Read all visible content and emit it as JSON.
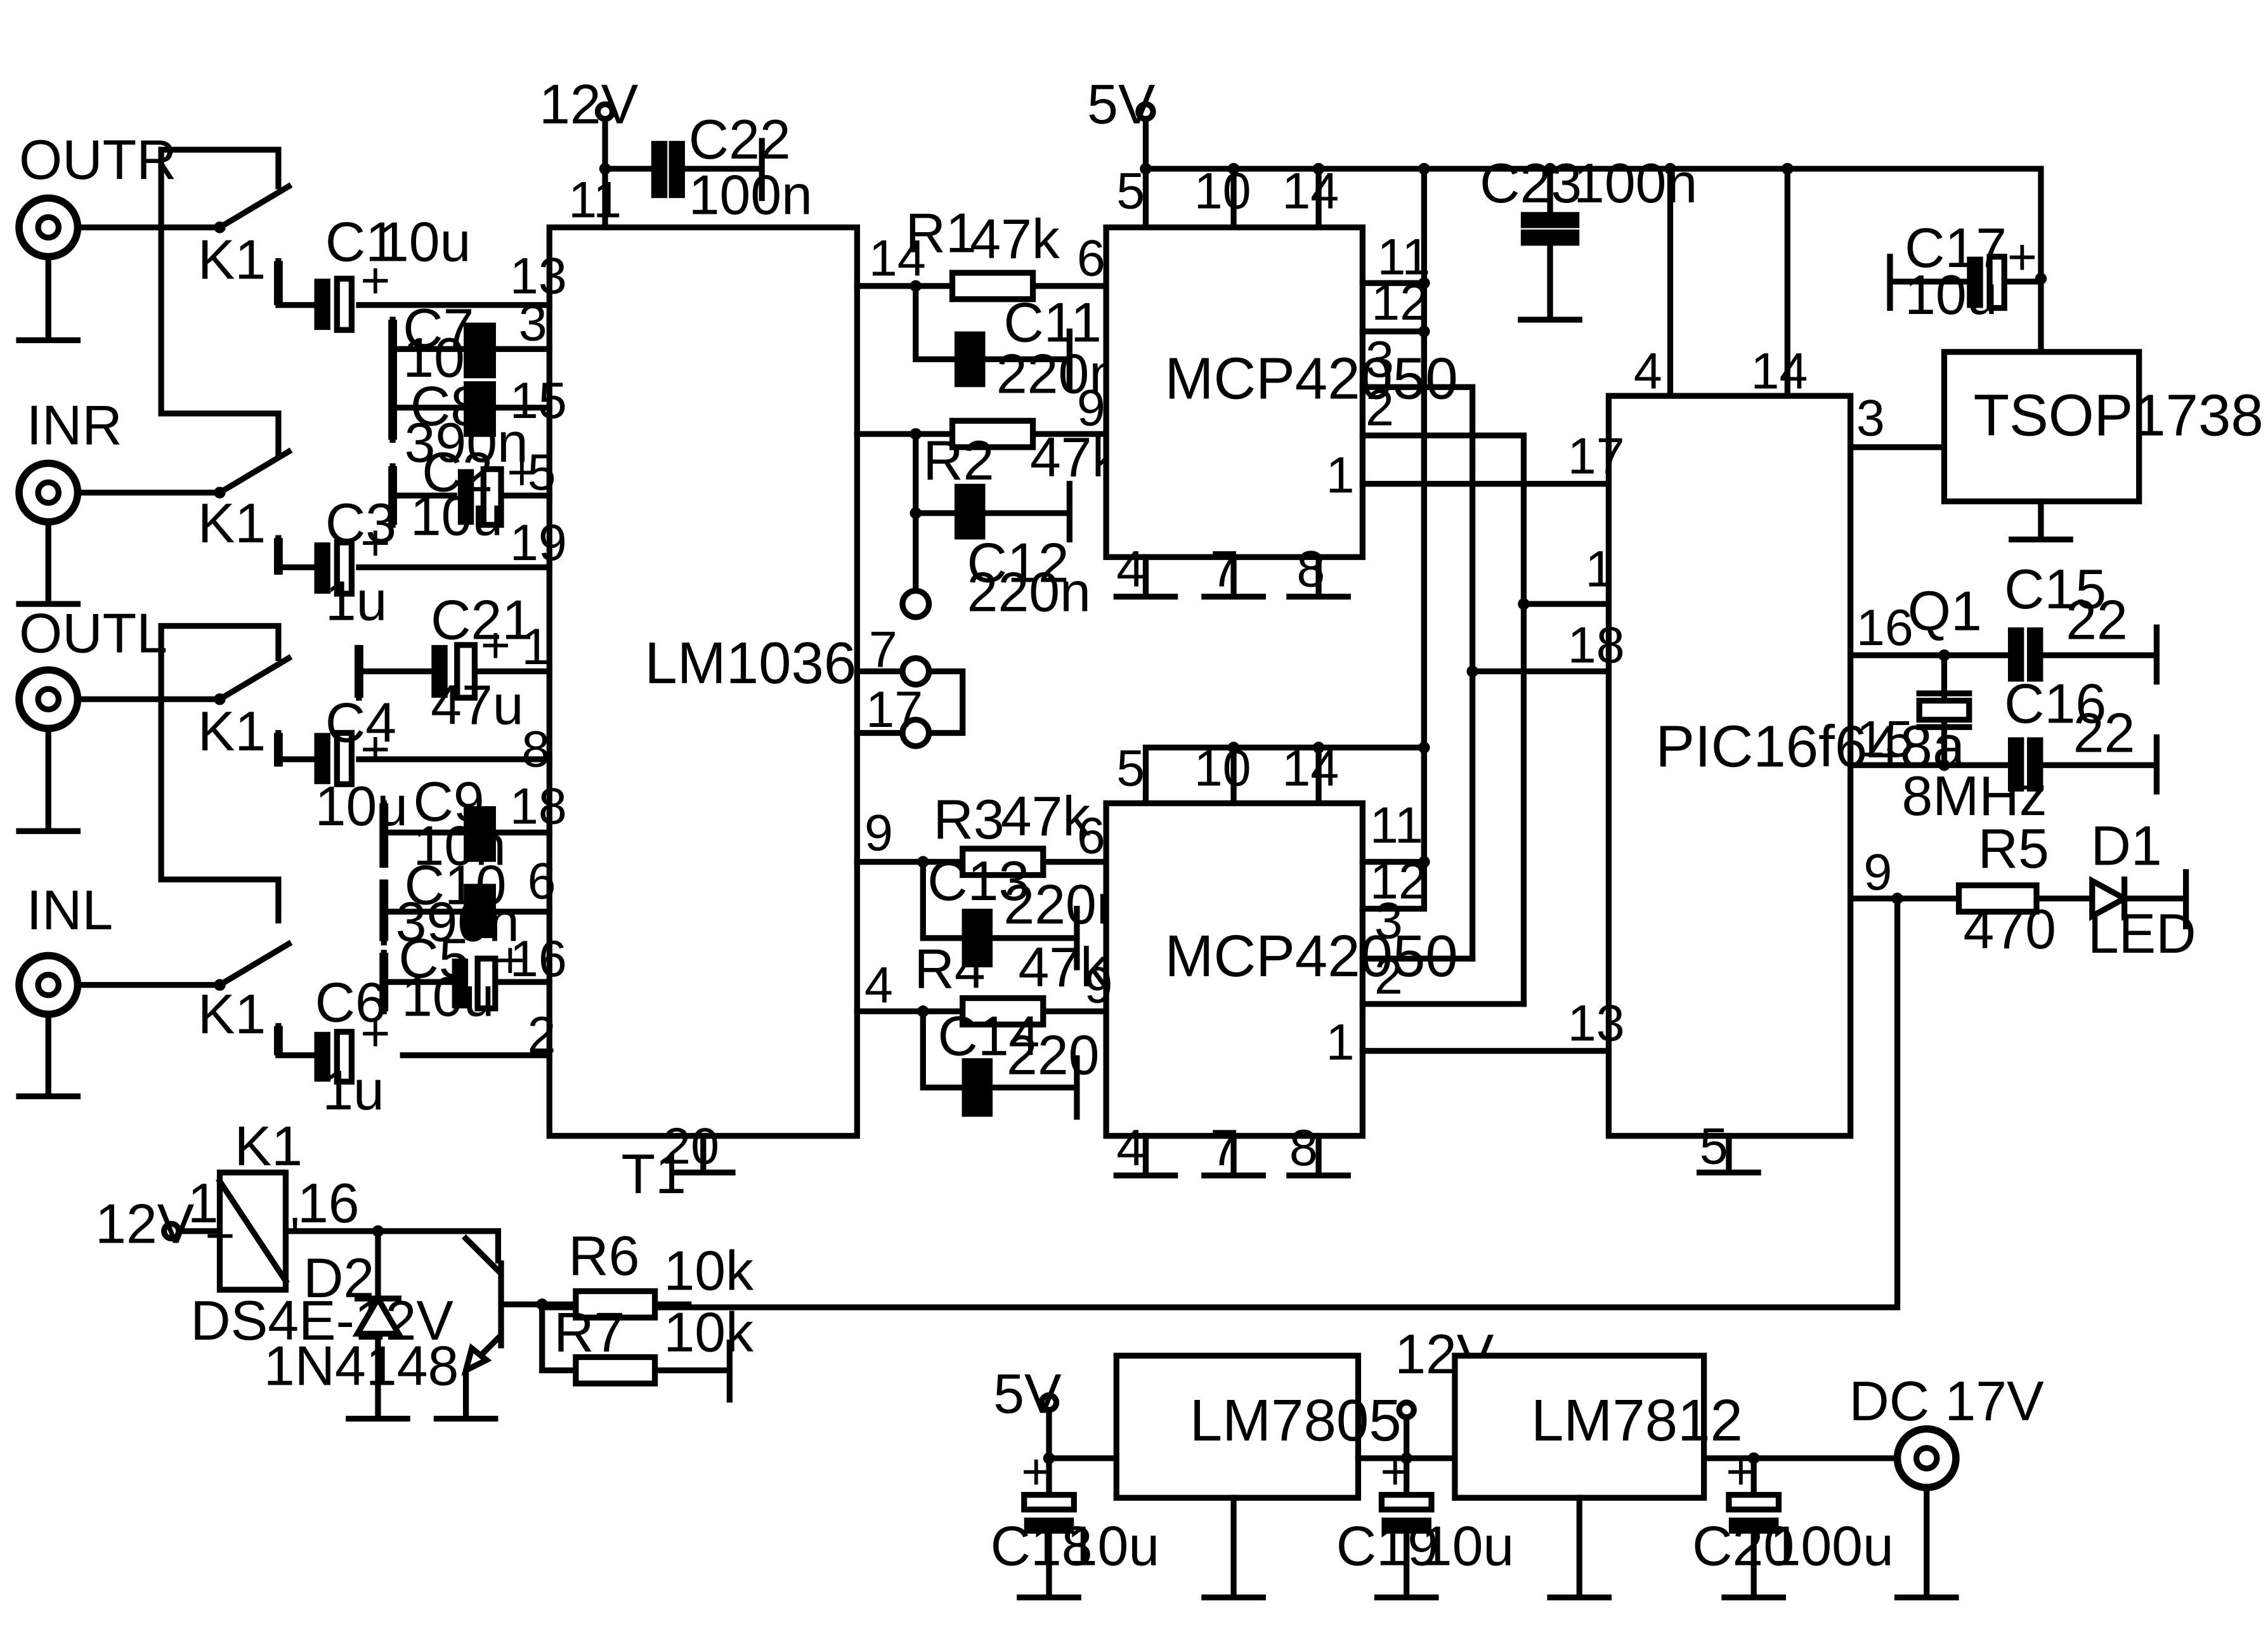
{
  "ic": {
    "lm1036": {
      "name": "LM1036",
      "tag": "T1",
      "pins": {
        "p11": "11",
        "p13": "13",
        "p3": "3",
        "p15": "15",
        "p5": "5",
        "p19": "19",
        "p1": "1",
        "p8": "8",
        "p18": "18",
        "p6": "6",
        "p16": "16",
        "p2": "2",
        "p14": "14",
        "p9": "9",
        "p7": "7",
        "p17": "17",
        "p4": "4",
        "p20": "20"
      }
    },
    "mcp_top": {
      "name": "MCP42050",
      "pins": {
        "p5": "5",
        "p10": "10",
        "p14": "14",
        "p6": "6",
        "p9": "9",
        "p11": "11",
        "p12": "12",
        "p3": "3",
        "p2": "2",
        "p1": "1",
        "p4": "4",
        "p7": "7",
        "p8": "8"
      }
    },
    "mcp_bot": {
      "name": "MCP42050",
      "pins": {
        "p5": "5",
        "p10": "10",
        "p14": "14",
        "p6": "6",
        "p9": "9",
        "p11": "11",
        "p12": "12",
        "p3": "3",
        "p2": "2",
        "p1": "1",
        "p4": "4",
        "p7": "7",
        "p8": "8"
      }
    },
    "pic": {
      "name": "PIC16f648a",
      "pins": {
        "p4": "4",
        "p14": "14",
        "p17": "17",
        "p1": "1",
        "p18": "18",
        "p13": "13",
        "p3": "3",
        "p16": "16",
        "p15": "15",
        "p9": "9",
        "p5": "5"
      }
    },
    "tsop": {
      "name": "TSOP1738"
    },
    "lm7805": {
      "name": "LM7805"
    },
    "lm7812": {
      "name": "LM7812"
    }
  },
  "jacks": {
    "outr": "OUTR",
    "inr": "INR",
    "outl": "OUTL",
    "inl": "INL",
    "dc": "DC  17V"
  },
  "rails": {
    "v12_top": "12V",
    "v5_top": "5V",
    "v12_relay": "12V",
    "v5_reg": "5V",
    "v12_reg": "12V"
  },
  "switch_label": "K1",
  "relay": {
    "name": "K1",
    "type": "DS4E-12V",
    "pin1": "1",
    "pin16": "16",
    "plus": "+",
    "minus": "'"
  },
  "diodes": {
    "d2": {
      "name": "D2",
      "type": "1N4148"
    },
    "d1": {
      "name": "D1",
      "type": "LED"
    }
  },
  "crystal": {
    "name": "Q1",
    "freq": "8MHz"
  },
  "capacitors": {
    "c1": {
      "name": "C1",
      "value": "10u"
    },
    "c2": {
      "name": "C2",
      "value": "10u"
    },
    "c3": {
      "name": "C3",
      "value": "1u"
    },
    "c4": {
      "name": "C4",
      "value": "10u"
    },
    "c5": {
      "name": "C5",
      "value": "10u"
    },
    "c6": {
      "name": "C6",
      "value": "1u"
    },
    "c7": {
      "name": "C7",
      "value": "10n"
    },
    "c8": {
      "name": "C8",
      "value": "390n"
    },
    "c9": {
      "name": "C9",
      "value": "10n"
    },
    "c10": {
      "name": "C10",
      "value": "390n"
    },
    "c11": {
      "name": "C11",
      "value": "220n"
    },
    "c12": {
      "name": "C12",
      "value": "220n"
    },
    "c13": {
      "name": "C13",
      "value": "220n"
    },
    "c14": {
      "name": "C14",
      "value": "220n"
    },
    "c15": {
      "name": "C15",
      "value": "22"
    },
    "c16": {
      "name": "C16",
      "value": "22"
    },
    "c17": {
      "name": "C17",
      "value": "10u"
    },
    "c18": {
      "name": "C18",
      "value": "10u"
    },
    "c19": {
      "name": "C19",
      "value": "10u"
    },
    "c20": {
      "name": "C20",
      "value": "100u"
    },
    "c21": {
      "name": "C21",
      "value": "47u"
    },
    "c22": {
      "name": "C22",
      "value": "100n"
    },
    "c23": {
      "name": "C23",
      "value": "100n"
    }
  },
  "resistors": {
    "r1": {
      "name": "R1",
      "value": "47k"
    },
    "r2": {
      "name": "R2",
      "value": "47k"
    },
    "r3": {
      "name": "R3",
      "value": "47k"
    },
    "r4": {
      "name": "R4",
      "value": "47k"
    },
    "r5": {
      "name": "R5",
      "value": "470"
    },
    "r6": {
      "name": "R6",
      "value": "10k"
    },
    "r7": {
      "name": "R7",
      "value": "10k"
    }
  },
  "polarity": "+"
}
